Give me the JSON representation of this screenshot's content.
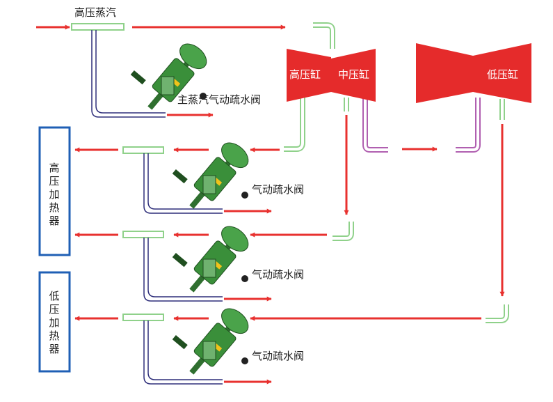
{
  "labels": {
    "main_steam": "高压蒸汽",
    "main_valve": "主蒸汽气动疏水阀",
    "valve_1": "气动疏水阀",
    "valve_2": "气动疏水阀",
    "valve_3": "气动疏水阀"
  },
  "cylinders": {
    "high_pressure": "高压缸",
    "intermediate_pressure": "中压缸",
    "low_pressure": "低压缸"
  },
  "heaters": {
    "high_pressure": [
      "高",
      "压",
      "加",
      "热",
      "器"
    ],
    "low_pressure": [
      "低",
      "压",
      "加",
      "热",
      "器"
    ]
  },
  "colors": {
    "arrow": "#e8312f",
    "turbine": "#e52b2b",
    "pipe_green": "#8fd18a",
    "pipe_navy": "#2e2e7a",
    "pipe_purple": "#b05fb0",
    "heater_border": "#1f5fb5",
    "valve_body": "#3a8f3a"
  }
}
